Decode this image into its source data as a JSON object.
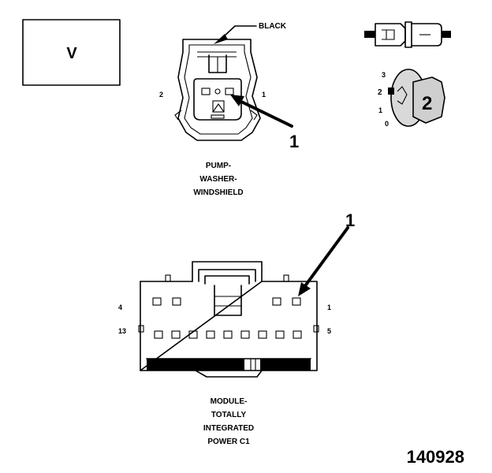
{
  "view_box_label": "V",
  "pump_connector": {
    "color_label": "BLACK",
    "pin_left": "2",
    "pin_right": "1",
    "callout": "1",
    "name_lines": [
      "PUMP-",
      "WASHER-",
      "WINDSHIELD"
    ]
  },
  "terminal_detail": {
    "positions": [
      "3",
      "2",
      "1",
      "0"
    ],
    "callout": "2"
  },
  "module_connector": {
    "callout": "1",
    "pin_top_left": "4",
    "pin_top_right": "1",
    "pin_bottom_left": "13",
    "pin_bottom_right": "5",
    "name_lines": [
      "MODULE-",
      "TOTALLY",
      "INTEGRATED",
      "POWER C1"
    ]
  },
  "figure_number": "140928"
}
